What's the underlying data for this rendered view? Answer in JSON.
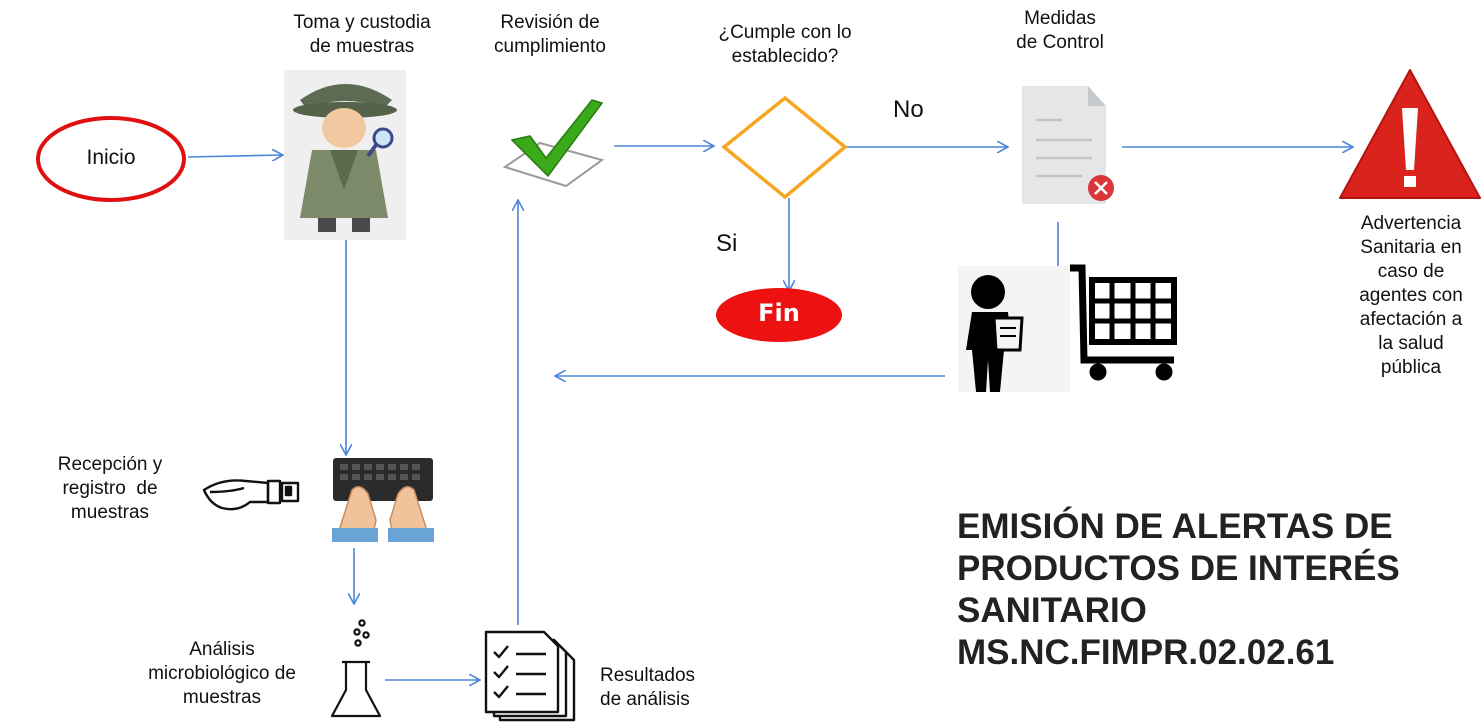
{
  "nodes": {
    "inicio": "Inicio",
    "toma": [
      "Toma y custodia",
      "de muestras"
    ],
    "revision": [
      "Revisión de",
      "cumplimiento"
    ],
    "cumple": [
      "¿Cumple con lo",
      "establecido?"
    ],
    "medidas": [
      "Medidas",
      "de Control"
    ],
    "advertencia": [
      "Advertencia",
      "Sanitaria en",
      "caso de",
      "agentes con",
      "afectación a",
      "la salud",
      "pública"
    ],
    "fin": "Fin",
    "recepcion": [
      "Recepción y",
      "registro  de",
      "muestras"
    ],
    "analisis": [
      "Análisis",
      "microbiológico de",
      "muestras"
    ],
    "resultados": [
      "Resultados",
      "de análisis"
    ]
  },
  "branches": {
    "no": "No",
    "si": "Si"
  },
  "title_lines": [
    "EMISIÓN DE ALERTAS DE",
    "PRODUCTOS DE INTERÉS",
    "SANITARIO",
    "MS.NC.FIMPR.02.02.61"
  ],
  "icons": [
    "detective-icon",
    "check-icon",
    "decision-diamond",
    "document-error-icon",
    "warning-icon",
    "inspector-icon",
    "shopping-cart-icon",
    "keyboard-hands-icon",
    "hand-icon",
    "flask-icon",
    "checklist-icon"
  ],
  "colors": {
    "arrow": "#4a86d8",
    "start_oval": "#e01010",
    "fin": "#ee1111",
    "diamond": "#f5a623",
    "check": "#3aaa1a",
    "warning": "#d9231c"
  }
}
